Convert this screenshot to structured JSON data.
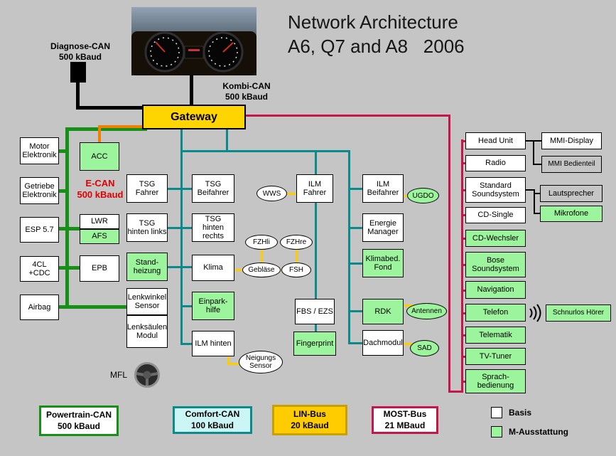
{
  "title": {
    "line1": "Network Architecture",
    "line2": "A6, Q7 and A8   2006"
  },
  "annotations": {
    "diagnose_can": "Diagnose-CAN\n500 kBaud",
    "kombi_can": "Kombi-CAN\n500 kBaud",
    "e_can": "E-CAN\n500  kBaud",
    "mfl": "MFL"
  },
  "gateway": {
    "label": "Gateway"
  },
  "nodes": {
    "motor": "Motor\nElektronik",
    "getriebe": "Getriebe\nElektronik",
    "esp": "ESP 5.7",
    "cl4": "4CL +CDC",
    "airbag": "Airbag",
    "acc": "ACC",
    "lwr": "LWR",
    "afs": "AFS",
    "epb": "EPB",
    "tsg_fahrer": "TSG\nFahrer",
    "tsg_hinten_links": "TSG\nhinten links",
    "standheizung": "Stand-\nheizung",
    "lenkwinkel": "Lenkwinkel\nSensor",
    "lenksaeulen": "Lenksäulen\nModul",
    "tsg_beifahrer": "TSG\nBeifahrer",
    "tsg_hinten_rechts": "TSG\nhinten rechts",
    "klima": "Klima",
    "einparkhilfe": "Einpark-\nhilfe",
    "ilm_hinten": "ILM hinten",
    "wws": "WWS",
    "fzhli": "FZHli",
    "fzhre": "FZHre",
    "geblaese": "Gebläse",
    "fsh": "FSH",
    "neigungssensor": "Neigungs\nSensor",
    "ilm_fahrer": "ILM\nFahrer",
    "fbs_ezs": "FBS / EZS",
    "fingerprint": "Fingerprint",
    "ilm_beifahrer": "ILM\nBeifahrer",
    "energie_manager": "Energie\nManager",
    "klimabed_fond": "Klimabed.\nFond",
    "rdk": "RDK",
    "dachmodul": "Dachmodul",
    "ugdo": "UGDO",
    "antennen": "Antennen",
    "sad": "SAD",
    "head_unit": "Head Unit",
    "radio": "Radio",
    "standard_soundsystem": "Standard\nSoundsystem",
    "cd_single": "CD-Single",
    "cd_wechsler": "CD-Wechsler",
    "bose": "Bose\nSoundsystem",
    "navigation": "Navigation",
    "telefon": "Telefon",
    "telematik": "Telematik",
    "tv_tuner": "TV-Tuner",
    "sprachbedienung": "Sprach-\nbedienung",
    "mmi_display": "MMI-Display",
    "mmi_bedienteil": "MMI Bedienteil",
    "lautsprecher": "Lautsprecher",
    "mikrofone": "Mikrofone",
    "schnurlos_hoerer": "Schnurlos Hörer"
  },
  "legend": {
    "powertrain": "Powertrain-CAN\n500  kBaud",
    "comfort": "Comfort-CAN\n100  kBaud",
    "lin": "LIN-Bus\n20  kBaud",
    "most": "MOST-Bus\n21  MBaud",
    "basis": "Basis",
    "m_ausstattung": "M-Ausstattung"
  },
  "colors": {
    "powertrain": "#169016",
    "comfort": "#0a8a8a",
    "lin": "#ffcc00",
    "most": "#c4164a",
    "ecan": "#f08000",
    "green_box": "#9cf49c",
    "gateway_bg": "#ffd500"
  }
}
